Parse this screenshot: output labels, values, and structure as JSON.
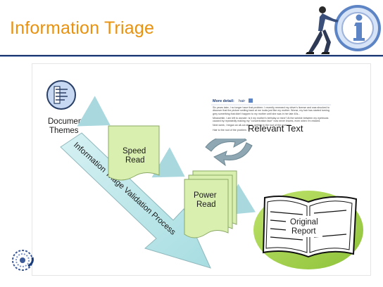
{
  "slide": {
    "title": "Information Triage",
    "accent_color": "#e8920f",
    "rule_color": "#1f3a73"
  },
  "diagram": {
    "document_themes": [
      "Document",
      "Themes"
    ],
    "speed_read": [
      "Speed",
      "Read"
    ],
    "power_read": [
      "Power",
      "Read"
    ],
    "relevant_text": "Relevant Text",
    "original_report": [
      "Original",
      "Report"
    ],
    "validation_process": "Information Triage Validation Process",
    "excerpt": {
      "header": "More detail:",
      "header_value": "hair",
      "paragraphs": [
        "Six years later, I no longer have that problem. I recently renewed my driver's license and was shocked to discover that the picture smiling back at me looks just like my mother. Worse, my hair has started turning grey something that didn't happen to my mother until she was in her late 40s...",
        "Meanwhile, I am left to wonder: is it my mother's birthday or mine? At the wrinkle between my eyebrows caused by repeatedly making my \"concentration face\" now never leaves, even when I'm relaxed.",
        "Next week, I began an all-out attack: getting to the root of the problem.",
        "Hair to the root of the problem."
      ]
    },
    "colors": {
      "doc_fill": "#d9efb0",
      "arrow_fill": "#bfe7ea",
      "cycle_fill": "#8ea7b3",
      "ellipse_fill": "#99cc33",
      "themes_icon_fill": "#c7d8f2"
    }
  },
  "icons": {
    "presenter": "person-pushing-info-icon",
    "info": "info-circle-icon",
    "corner_logo": "spiral-logo-icon"
  }
}
